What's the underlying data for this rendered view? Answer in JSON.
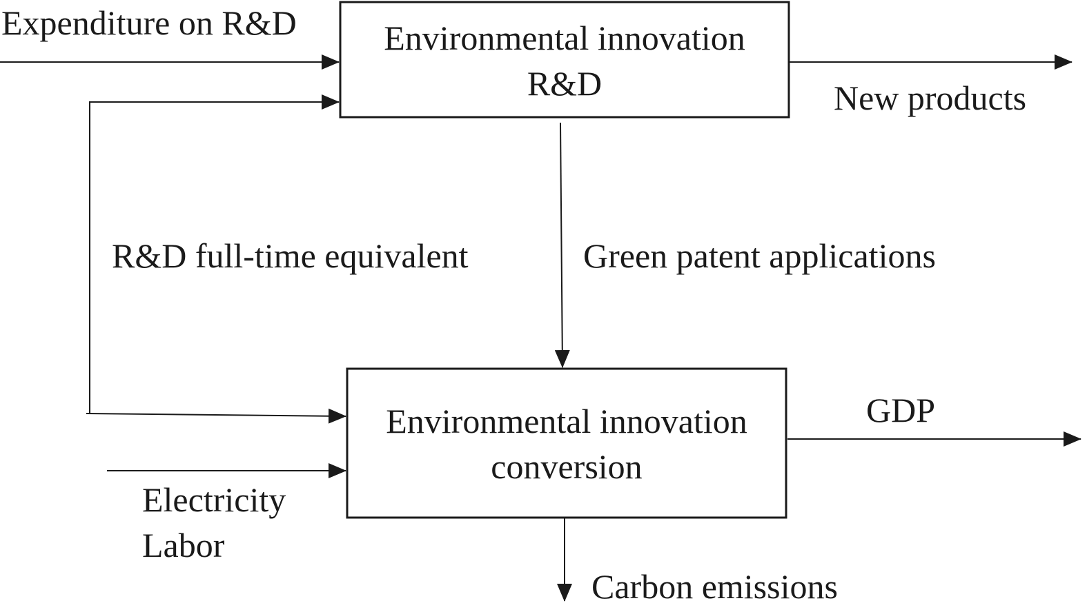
{
  "boxes": {
    "rd": {
      "line1": "Environmental innovation",
      "line2": "R&D"
    },
    "conversion": {
      "line1": "Environmental innovation",
      "line2": "conversion"
    }
  },
  "labels": {
    "expenditure": "Expenditure on R&D",
    "new_products": "New products",
    "fte": "R&D full-time equivalent",
    "green_patent": "Green patent applications",
    "gdp": "GDP",
    "electricity": "Electricity",
    "labor": "Labor",
    "carbon": "Carbon emissions"
  },
  "colors": {
    "ink": "#1a1a1a",
    "background": "#ffffff"
  }
}
